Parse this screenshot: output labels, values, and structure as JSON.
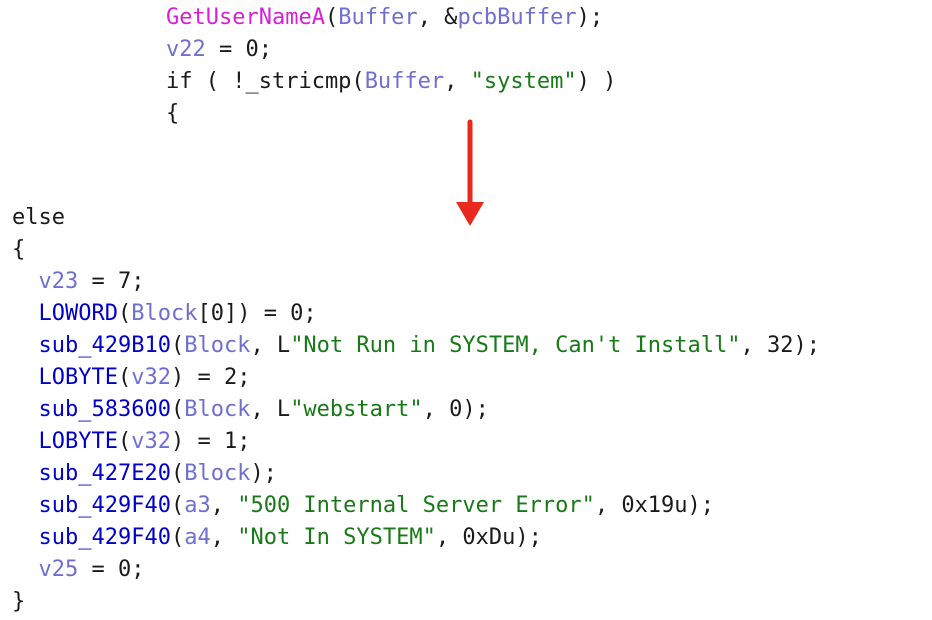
{
  "top_block": [
    {
      "tokens": [
        {
          "t": "GetUserNameA",
          "c": "fn-api",
          "name": "function-call-getusernamea"
        },
        {
          "t": "(",
          "c": "plain"
        },
        {
          "t": "Buffer",
          "c": "var",
          "name": "variable-buffer"
        },
        {
          "t": ", &",
          "c": "plain"
        },
        {
          "t": "pcbBuffer",
          "c": "var",
          "name": "variable-pcbbuffer"
        },
        {
          "t": ");",
          "c": "plain"
        }
      ]
    },
    {
      "tokens": [
        {
          "t": "v22",
          "c": "var",
          "name": "variable-v22"
        },
        {
          "t": " = 0;",
          "c": "plain"
        }
      ]
    },
    {
      "tokens": [
        {
          "t": "if ( !_stricmp(",
          "c": "plain"
        },
        {
          "t": "Buffer",
          "c": "var",
          "name": "variable-buffer"
        },
        {
          "t": ", ",
          "c": "plain"
        },
        {
          "t": "\"system\"",
          "c": "str",
          "name": "string-literal-system"
        },
        {
          "t": ") )",
          "c": "plain"
        }
      ]
    },
    {
      "tokens": [
        {
          "t": "{",
          "c": "plain"
        }
      ]
    }
  ],
  "bottom_block": [
    {
      "tokens": [
        {
          "t": "else",
          "c": "plain"
        }
      ]
    },
    {
      "tokens": [
        {
          "t": "{",
          "c": "plain"
        }
      ]
    },
    {
      "tokens": [
        {
          "t": "  ",
          "c": "plain"
        },
        {
          "t": "v23",
          "c": "var",
          "name": "variable-v23"
        },
        {
          "t": " = 7;",
          "c": "plain"
        }
      ]
    },
    {
      "tokens": [
        {
          "t": "  ",
          "c": "plain"
        },
        {
          "t": "LOWORD",
          "c": "fn-sub",
          "name": "macro-loword"
        },
        {
          "t": "(",
          "c": "plain"
        },
        {
          "t": "Block",
          "c": "var",
          "name": "variable-block"
        },
        {
          "t": "[0]) = 0;",
          "c": "plain"
        }
      ]
    },
    {
      "tokens": [
        {
          "t": "  ",
          "c": "plain"
        },
        {
          "t": "sub_429B10",
          "c": "fn-sub",
          "name": "function-call-sub-429b10"
        },
        {
          "t": "(",
          "c": "plain"
        },
        {
          "t": "Block",
          "c": "var",
          "name": "variable-block"
        },
        {
          "t": ", L",
          "c": "plain"
        },
        {
          "t": "\"Not Run in SYSTEM, Can't Install\"",
          "c": "str",
          "name": "string-literal-not-run-in-system"
        },
        {
          "t": ", 32);",
          "c": "plain"
        }
      ]
    },
    {
      "tokens": [
        {
          "t": "  ",
          "c": "plain"
        },
        {
          "t": "LOBYTE",
          "c": "fn-sub",
          "name": "macro-lobyte"
        },
        {
          "t": "(",
          "c": "plain"
        },
        {
          "t": "v32",
          "c": "var",
          "name": "variable-v32"
        },
        {
          "t": ") = 2;",
          "c": "plain"
        }
      ]
    },
    {
      "tokens": [
        {
          "t": "  ",
          "c": "plain"
        },
        {
          "t": "sub_583600",
          "c": "fn-sub",
          "name": "function-call-sub-583600"
        },
        {
          "t": "(",
          "c": "plain"
        },
        {
          "t": "Block",
          "c": "var",
          "name": "variable-block"
        },
        {
          "t": ", L",
          "c": "plain"
        },
        {
          "t": "\"webstart\"",
          "c": "str",
          "name": "string-literal-webstart"
        },
        {
          "t": ", 0);",
          "c": "plain"
        }
      ]
    },
    {
      "tokens": [
        {
          "t": "  ",
          "c": "plain"
        },
        {
          "t": "LOBYTE",
          "c": "fn-sub",
          "name": "macro-lobyte"
        },
        {
          "t": "(",
          "c": "plain"
        },
        {
          "t": "v32",
          "c": "var",
          "name": "variable-v32"
        },
        {
          "t": ") = 1;",
          "c": "plain"
        }
      ]
    },
    {
      "tokens": [
        {
          "t": "  ",
          "c": "plain"
        },
        {
          "t": "sub_427E20",
          "c": "fn-sub",
          "name": "function-call-sub-427e20"
        },
        {
          "t": "(",
          "c": "plain"
        },
        {
          "t": "Block",
          "c": "var",
          "name": "variable-block"
        },
        {
          "t": ");",
          "c": "plain"
        }
      ]
    },
    {
      "tokens": [
        {
          "t": "  ",
          "c": "plain"
        },
        {
          "t": "sub_429F40",
          "c": "fn-sub",
          "name": "function-call-sub-429f40"
        },
        {
          "t": "(",
          "c": "plain"
        },
        {
          "t": "a3",
          "c": "var",
          "name": "variable-a3"
        },
        {
          "t": ", ",
          "c": "plain"
        },
        {
          "t": "\"500 Internal Server Error\"",
          "c": "str",
          "name": "string-literal-500-internal-server-error"
        },
        {
          "t": ", 0x19u);",
          "c": "plain"
        }
      ]
    },
    {
      "tokens": [
        {
          "t": "  ",
          "c": "plain"
        },
        {
          "t": "sub_429F40",
          "c": "fn-sub",
          "name": "function-call-sub-429f40"
        },
        {
          "t": "(",
          "c": "plain"
        },
        {
          "t": "a4",
          "c": "var",
          "name": "variable-a4"
        },
        {
          "t": ", ",
          "c": "plain"
        },
        {
          "t": "\"Not In SYSTEM\"",
          "c": "str",
          "name": "string-literal-not-in-system"
        },
        {
          "t": ", 0xDu);",
          "c": "plain"
        }
      ]
    },
    {
      "tokens": [
        {
          "t": "  ",
          "c": "plain"
        },
        {
          "t": "v25",
          "c": "var",
          "name": "variable-v25"
        },
        {
          "t": " = 0;",
          "c": "plain"
        }
      ]
    },
    {
      "tokens": [
        {
          "t": "}",
          "c": "plain"
        }
      ]
    }
  ],
  "colors": {
    "api_function": "#d61fd6",
    "sub_function": "#0000c8",
    "variable": "#6f6fd0",
    "string": "#177a17",
    "plain": "#1a1a1a",
    "arrow": "#e8291c"
  },
  "icons": {
    "flow_arrow": "down-arrow-icon"
  }
}
